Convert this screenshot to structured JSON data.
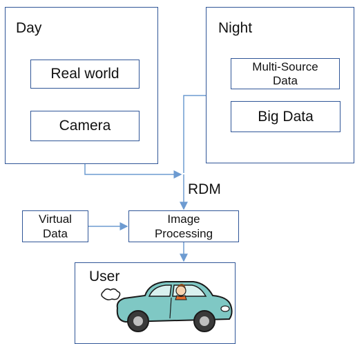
{
  "diagram": {
    "day": {
      "title": "Day",
      "real_world": "Real world",
      "camera": "Camera"
    },
    "night": {
      "title": "Night",
      "multi_source_line1": "Multi-Source",
      "multi_source_line2": "Data",
      "big_data": "Big Data"
    },
    "rdm": "RDM",
    "virtual_data_line1": "Virtual",
    "virtual_data_line2": "Data",
    "image_processing_line1": "Image",
    "image_processing_line2": "Processing",
    "user": {
      "title": "User"
    }
  },
  "colors": {
    "border": "#2f5597",
    "arrow": "#6d9bd1",
    "car_body": "#7fc8c4",
    "car_outline": "#1a1a1a"
  }
}
